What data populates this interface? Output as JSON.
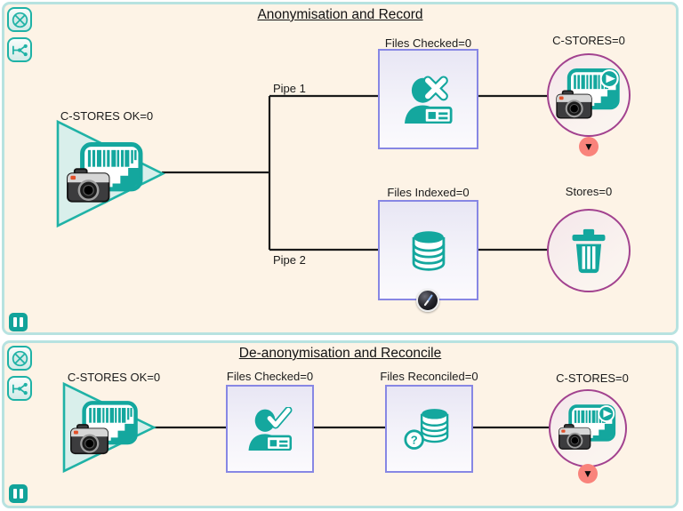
{
  "colors": {
    "teal_accent": "#14a79e",
    "panel_border": "#b7e2e0",
    "panel_background": "#fdf3e6",
    "box_border": "#8787e4",
    "circle_border": "#a2428f",
    "connector_line": "#1a1a1a",
    "badge_red": "#f9837b"
  },
  "icons": {
    "close": "circle-x-icon",
    "branch": "pipeline-branch-icon",
    "pause": "pause-icon",
    "camera_store": "camera-barcode-store-icon",
    "camera_store_play": "camera-barcode-store-play-icon",
    "person_x": "person-x-id-card-icon",
    "person_check": "person-check-id-card-icon",
    "database": "database-icon",
    "database_question": "database-question-icon",
    "trash": "trash-icon",
    "clock": "clock-badge-icon",
    "down_marker": "▼",
    "question_mark": "?"
  },
  "panel1": {
    "title": "Anonymisation and Record",
    "source_label": "C-STORES OK=0",
    "pipe1_label": "Pipe 1",
    "pipe2_label": "Pipe 2",
    "files_checked_label": "Files Checked=0",
    "c_stores_label": "C-STORES=0",
    "files_indexed_label": "Files Indexed=0",
    "stores_label": "Stores=0"
  },
  "panel2": {
    "title": "De-anonymisation and Reconcile",
    "source_label": "C-STORES OK=0",
    "files_checked_label": "Files Checked=0",
    "files_reconciled_label": "Files Reconciled=0",
    "c_stores_label": "C-STORES=0"
  }
}
